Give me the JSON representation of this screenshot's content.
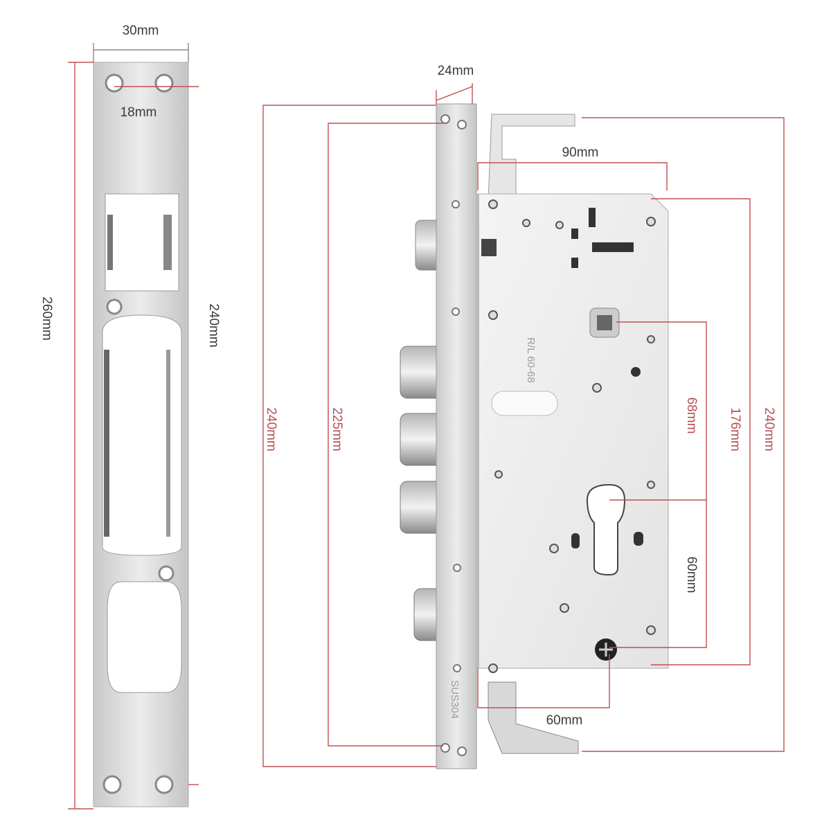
{
  "strike_plate": {
    "width_label": "30mm",
    "hole_spacing_label": "18mm",
    "length_label": "260mm",
    "hole_span_label": "240mm"
  },
  "lock_body": {
    "faceplate_width_label": "24mm",
    "faceplate_length_label": "240mm",
    "faceplate_hole_span_label": "225mm",
    "body_width_label": "90mm",
    "total_height_label": "240mm",
    "body_height_label": "176mm",
    "spindle_to_cylinder_label": "68mm",
    "cylinder_to_bottom_label": "60mm",
    "backset_label": "60mm",
    "engraving_model": "R/L 60-68",
    "engraving_material": "SUS304"
  },
  "colors": {
    "dimension": "#c0504d",
    "metal": "#d9d9d9"
  }
}
